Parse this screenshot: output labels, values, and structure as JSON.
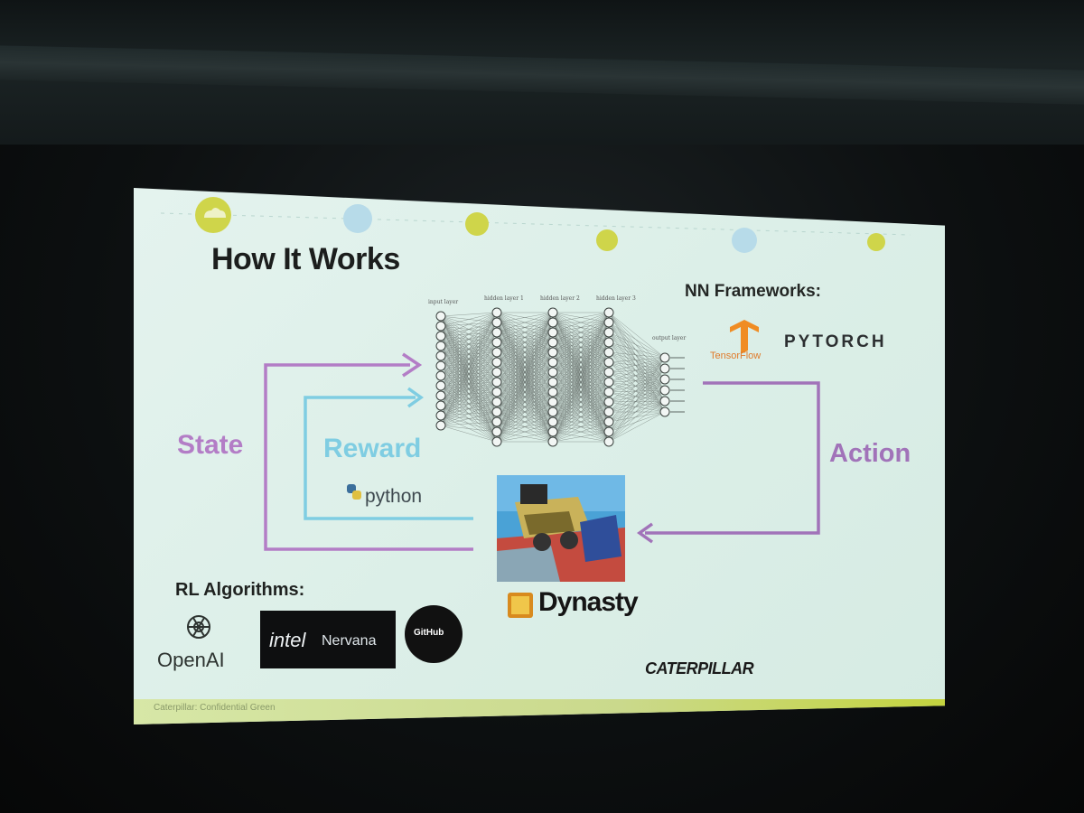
{
  "slide": {
    "title": "How It Works",
    "nn_frameworks_label": "NN Frameworks:",
    "state_label": "State",
    "reward_label": "Reward",
    "action_label": "Action",
    "python_label": "python",
    "rl_algorithms_label": "RL Algorithms:",
    "openai_label": "OpenAI",
    "intel_label": "intel",
    "nervana_label": "Nervana",
    "github_label": "GitHub",
    "pytorch_label": "PYTORCH",
    "tensorflow_label": "TensorFlow",
    "dynasty_label": "Dynasty",
    "caterpillar_label": "CATERPILLAR",
    "footer_text": "Caterpillar: Confidential Green",
    "network_layers": {
      "input": "input layer",
      "hidden1": "hidden layer 1",
      "hidden2": "hidden layer 2",
      "hidden3": "hidden layer 3",
      "output": "output layer"
    }
  },
  "colors": {
    "state_arrow": "#b37dc6",
    "reward_arrow": "#7fcde2",
    "action_arrow": "#a173b9"
  },
  "icons": [
    "cloud-icon",
    "python-logo-icon",
    "openai-logo-icon",
    "github-octocat-icon",
    "tensorflow-logo-icon"
  ]
}
